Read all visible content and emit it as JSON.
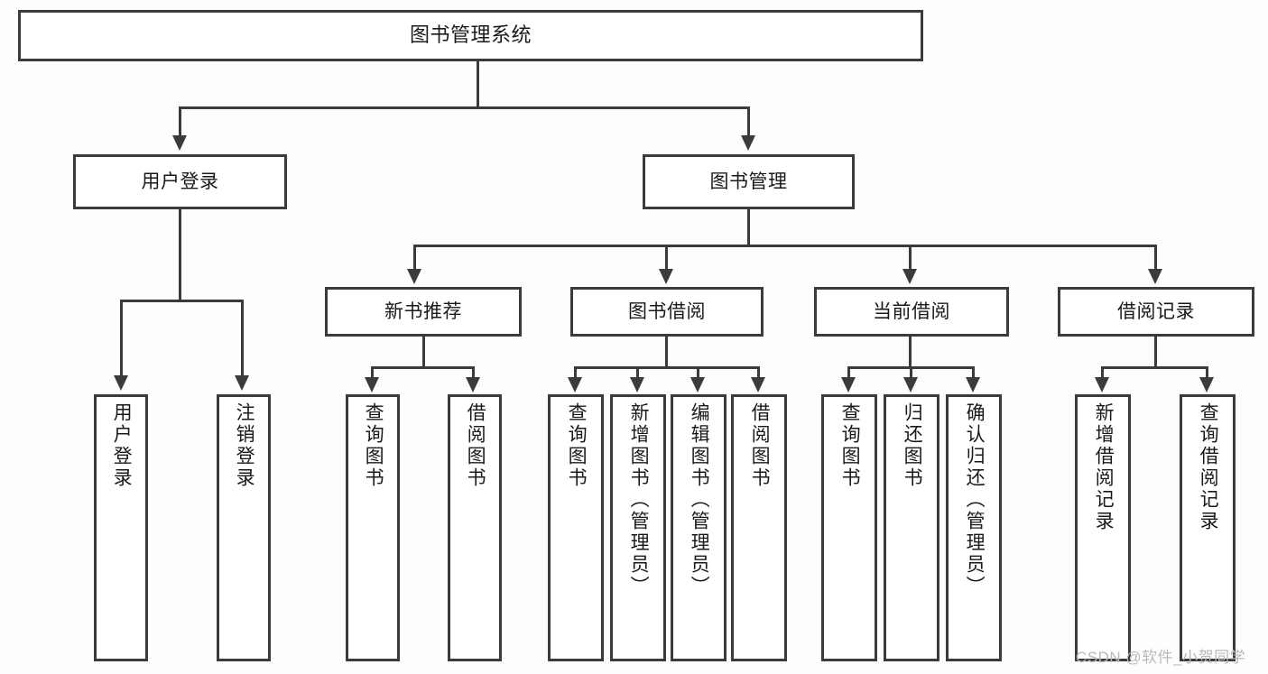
{
  "diagram": {
    "title": "图书管理系统",
    "type": "tree-hierarchy-diagram",
    "colors": {
      "background": "#fdfdfd",
      "box_fill": "#ffffff",
      "box_stroke": "#3b3b3b",
      "text": "#1a1a1a",
      "watermark": "#b9b9b9"
    }
  },
  "root": {
    "label": "图书管理系统"
  },
  "level2": [
    {
      "label": "用户登录"
    },
    {
      "label": "图书管理"
    }
  ],
  "level3": [
    {
      "label": "新书推荐"
    },
    {
      "label": "图书借阅"
    },
    {
      "label": "当前借阅"
    },
    {
      "label": "借阅记录"
    }
  ],
  "leaves": {
    "user_login": [
      {
        "label": "用户登录"
      },
      {
        "label": "注销登录"
      }
    ],
    "new_book_recommend": [
      {
        "label": "查询图书"
      },
      {
        "label": "借阅图书"
      }
    ],
    "book_borrow": [
      {
        "label": "查询图书"
      },
      {
        "label": "新增图书（管理员）"
      },
      {
        "label": "编辑图书（管理员）"
      },
      {
        "label": "借阅图书"
      }
    ],
    "current_borrow": [
      {
        "label": "查询图书"
      },
      {
        "label": "归还图书"
      },
      {
        "label": "确认归还（管理员）"
      }
    ],
    "borrow_record": [
      {
        "label": "新增借阅记录"
      },
      {
        "label": "查询借阅记录"
      }
    ]
  },
  "watermark": {
    "text": "CSDN @软件_小贺同学"
  }
}
